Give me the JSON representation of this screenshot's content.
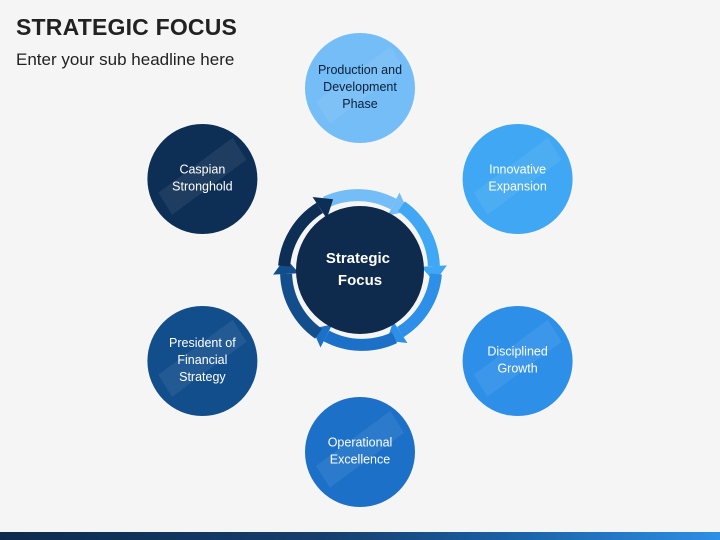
{
  "header": {
    "title": "STRATEGIC FOCUS",
    "subtitle": "Enter your sub headline here"
  },
  "center": {
    "lines": [
      "Strategic",
      "Focus"
    ],
    "color": "#0e2a4d"
  },
  "nodes": [
    {
      "id": "production",
      "lines": [
        "Production and",
        "Development",
        "Phase"
      ],
      "color": "#74bdf6",
      "text_color": "#0b1f3a"
    },
    {
      "id": "innovative",
      "lines": [
        "Innovative",
        "Expansion"
      ],
      "color": "#3fa7f3",
      "text_color": "#ffffff"
    },
    {
      "id": "disciplined",
      "lines": [
        "Disciplined",
        "Growth"
      ],
      "color": "#2e8fe9",
      "text_color": "#ffffff"
    },
    {
      "id": "operational",
      "lines": [
        "Operational",
        "Excellence"
      ],
      "color": "#1c70c8",
      "text_color": "#ffffff"
    },
    {
      "id": "president",
      "lines": [
        "President of",
        "Financial",
        "Strategy"
      ],
      "color": "#134e8c",
      "text_color": "#ffffff"
    },
    {
      "id": "caspian",
      "lines": [
        "Caspian",
        "Stronghold"
      ],
      "color": "#0e2f55",
      "text_color": "#ffffff"
    }
  ],
  "arrows": [
    {
      "id": "production",
      "color": "#74bdf6"
    },
    {
      "id": "innovative",
      "color": "#3fa7f3"
    },
    {
      "id": "disciplined",
      "color": "#2e8fe9"
    },
    {
      "id": "operational",
      "color": "#1c70c8"
    },
    {
      "id": "president",
      "color": "#134e8c"
    },
    {
      "id": "caspian",
      "color": "#0e2f55"
    }
  ]
}
